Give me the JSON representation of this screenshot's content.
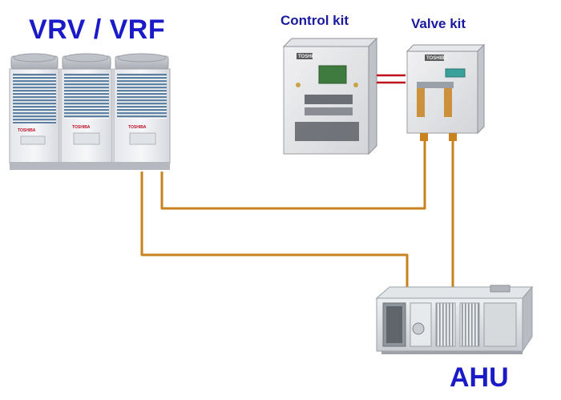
{
  "labels": {
    "outdoor_unit": "VRV / VRF",
    "control_kit": "Control kit",
    "valve_kit": "Valve kit",
    "ahu": "AHU"
  },
  "brand": {
    "name": "TOSHIBA"
  },
  "colors": {
    "label_primary": "#1a1ac8",
    "label_secondary": "#1a1a9e",
    "refrigerant_pipe": "#c8821e",
    "signal_wire": "#c0101e",
    "brand_red": "#c0102a"
  }
}
